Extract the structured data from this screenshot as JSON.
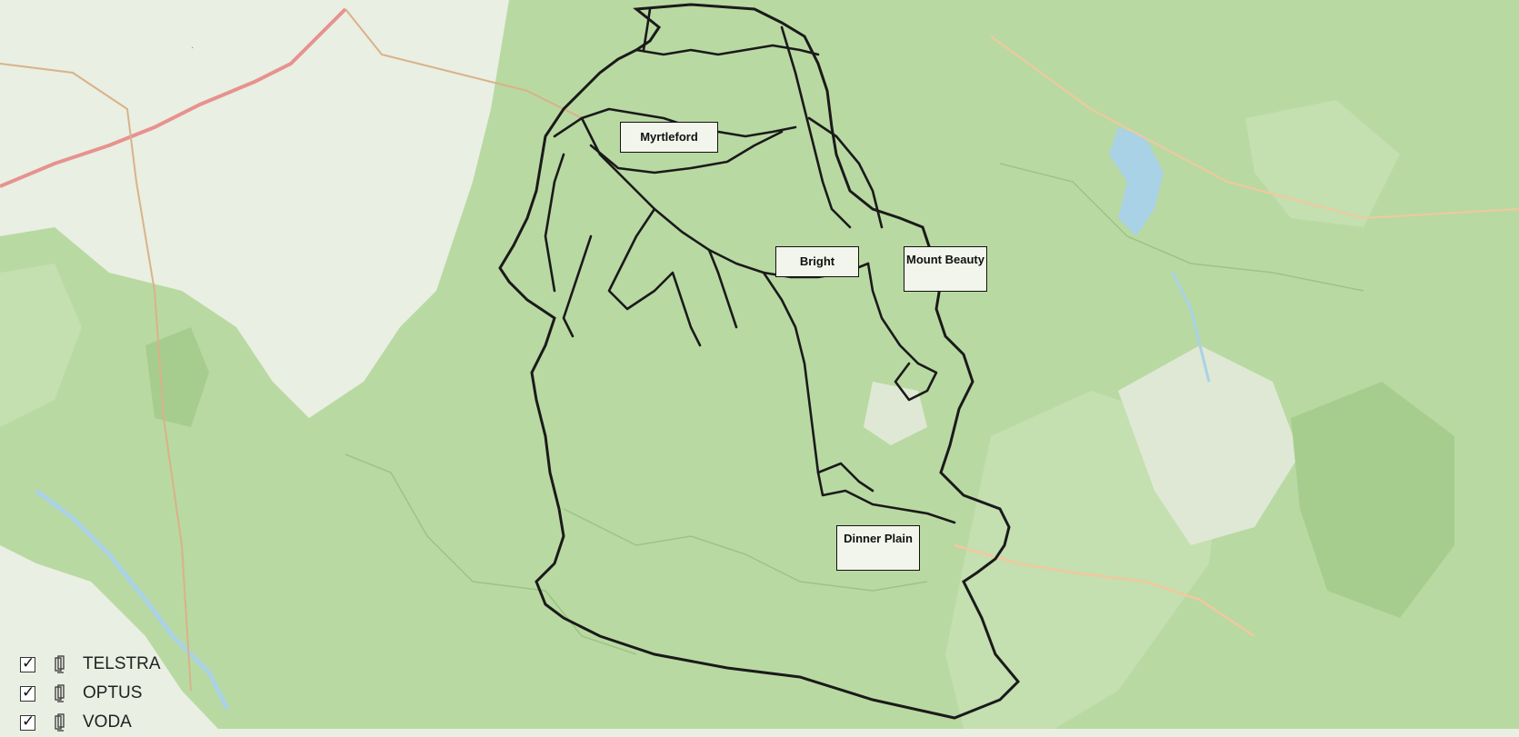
{
  "map": {
    "places": [
      {
        "name": "Myrtleford"
      },
      {
        "name": "Bright"
      },
      {
        "name": "Mount Beauty"
      },
      {
        "name": "Dinner Plain"
      }
    ],
    "colors": {
      "land": "#e9efe2",
      "forest": "#b9d9a2",
      "forest_dark": "#a7cd8e",
      "water": "#a9d2e6",
      "route": "#1a1a1a",
      "road_major": "#e7928f"
    }
  },
  "callouts": {
    "myrtleford": "Myrtleford",
    "bright": "Bright",
    "mount_beauty": "Mount Beauty",
    "dinner_plain": "Dinner Plain"
  },
  "layers": [
    {
      "label": "TELSTRA",
      "checked": true,
      "icon": "cell-tower-icon"
    },
    {
      "label": "OPTUS",
      "checked": true,
      "icon": "cell-tower-icon"
    },
    {
      "label": "VODA",
      "checked": true,
      "icon": "cell-tower-icon"
    }
  ]
}
